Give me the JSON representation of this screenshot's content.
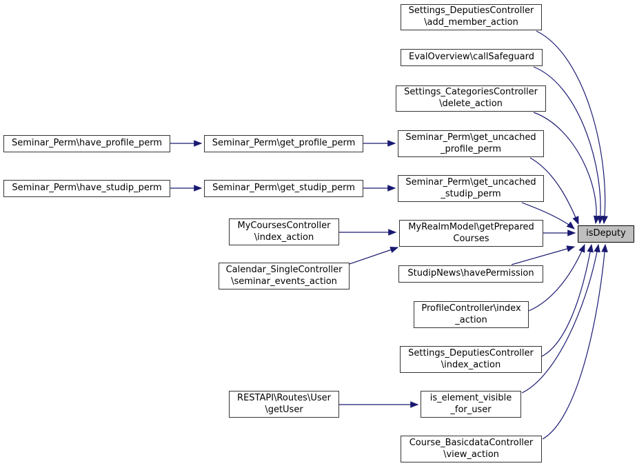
{
  "graph": {
    "focus_function": "isDeputy",
    "type": "caller-graph"
  },
  "colors": {
    "edge": "#191970",
    "node_border": "#333333",
    "node_fill": "#ffffff",
    "focus_fill": "#bfbfbf",
    "focus_border": "#000000",
    "text": "#000000",
    "background": "#ffffff"
  },
  "nodes": [
    {
      "id": "isDeputy",
      "label": "isDeputy",
      "current": true
    },
    {
      "id": "add_member_action",
      "label": "Settings_DeputiesController\n\\add_member_action"
    },
    {
      "id": "callSafeguard",
      "label": "EvalOverview\\callSafeguard"
    },
    {
      "id": "delete_action",
      "label": "Settings_CategoriesController\n\\delete_action"
    },
    {
      "id": "have_profile_perm",
      "label": "Seminar_Perm\\have_profile_perm"
    },
    {
      "id": "get_profile_perm",
      "label": "Seminar_Perm\\get_profile_perm"
    },
    {
      "id": "get_uncached_profile_perm",
      "label": "Seminar_Perm\\get_uncached\n_profile_perm"
    },
    {
      "id": "have_studip_perm",
      "label": "Seminar_Perm\\have_studip_perm"
    },
    {
      "id": "get_studip_perm",
      "label": "Seminar_Perm\\get_studip_perm"
    },
    {
      "id": "get_uncached_studip_perm",
      "label": "Seminar_Perm\\get_uncached\n_studip_perm"
    },
    {
      "id": "mycourses_index_action",
      "label": "MyCoursesController\n\\index_action"
    },
    {
      "id": "getPreparedCourses",
      "label": "MyRealmModel\\getPrepared\nCourses"
    },
    {
      "id": "seminar_events_action",
      "label": "Calendar_SingleController\n\\seminar_events_action"
    },
    {
      "id": "havePermission",
      "label": "StudipNews\\havePermission"
    },
    {
      "id": "profile_index_action",
      "label": "ProfileController\\index\n_action"
    },
    {
      "id": "deputies_index_action",
      "label": "Settings_DeputiesController\n\\index_action"
    },
    {
      "id": "getUser",
      "label": "RESTAPI\\Routes\\User\n\\getUser"
    },
    {
      "id": "is_element_visible_for_user",
      "label": "is_element_visible\n_for_user"
    },
    {
      "id": "view_action",
      "label": "Course_BasicdataController\n\\view_action"
    }
  ],
  "edges": [
    {
      "from": "Settings_DeputiesController\\add_member_action",
      "to": "isDeputy"
    },
    {
      "from": "EvalOverview\\callSafeguard",
      "to": "isDeputy"
    },
    {
      "from": "Settings_CategoriesController\\delete_action",
      "to": "isDeputy"
    },
    {
      "from": "Seminar_Perm\\have_profile_perm",
      "to": "Seminar_Perm\\get_profile_perm"
    },
    {
      "from": "Seminar_Perm\\get_profile_perm",
      "to": "Seminar_Perm\\get_uncached_profile_perm"
    },
    {
      "from": "Seminar_Perm\\get_uncached_profile_perm",
      "to": "isDeputy"
    },
    {
      "from": "Seminar_Perm\\have_studip_perm",
      "to": "Seminar_Perm\\get_studip_perm"
    },
    {
      "from": "Seminar_Perm\\get_studip_perm",
      "to": "Seminar_Perm\\get_uncached_studip_perm"
    },
    {
      "from": "Seminar_Perm\\get_uncached_studip_perm",
      "to": "isDeputy"
    },
    {
      "from": "MyCoursesController\\index_action",
      "to": "MyRealmModel\\getPreparedCourses"
    },
    {
      "from": "Calendar_SingleController\\seminar_events_action",
      "to": "MyRealmModel\\getPreparedCourses"
    },
    {
      "from": "MyRealmModel\\getPreparedCourses",
      "to": "isDeputy"
    },
    {
      "from": "StudipNews\\havePermission",
      "to": "isDeputy"
    },
    {
      "from": "ProfileController\\index_action",
      "to": "isDeputy"
    },
    {
      "from": "Settings_DeputiesController\\index_action",
      "to": "isDeputy"
    },
    {
      "from": "RESTAPI\\Routes\\User\\getUser",
      "to": "is_element_visible_for_user"
    },
    {
      "from": "is_element_visible_for_user",
      "to": "isDeputy"
    },
    {
      "from": "Course_BasicdataController\\view_action",
      "to": "isDeputy"
    }
  ]
}
